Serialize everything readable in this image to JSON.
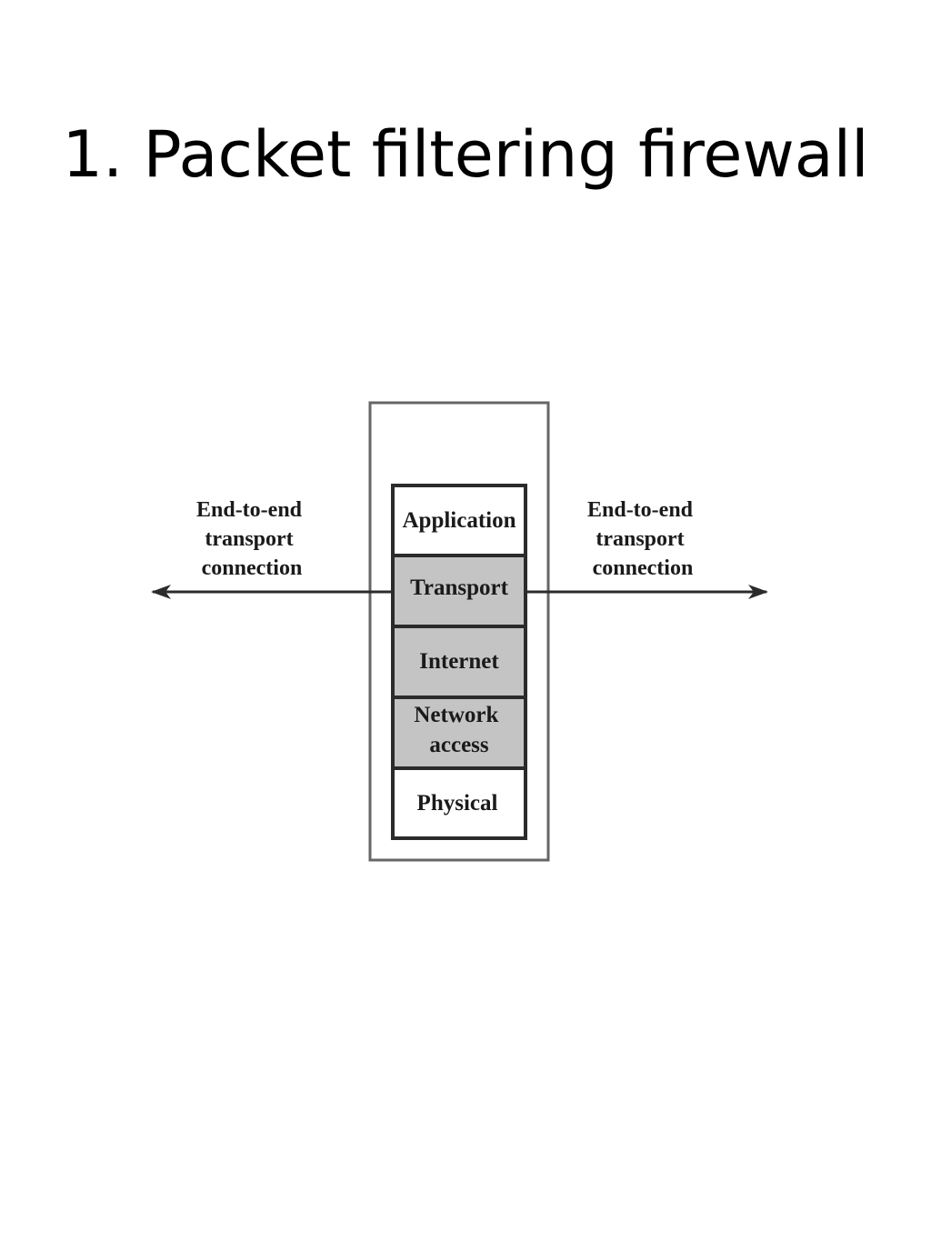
{
  "title": "1. Packet filtering firewall",
  "diagram": {
    "left_label": [
      "End-to-end",
      "transport",
      "connection"
    ],
    "right_label": [
      "End-to-end",
      "transport",
      "connection"
    ],
    "layers": [
      {
        "lines": [
          "Application"
        ],
        "shaded": false
      },
      {
        "lines": [
          "Transport"
        ],
        "shaded": true
      },
      {
        "lines": [
          "Internet"
        ],
        "shaded": true
      },
      {
        "lines": [
          "Network",
          "access"
        ],
        "shaded": true
      },
      {
        "lines": [
          "Physical"
        ],
        "shaded": false
      }
    ],
    "colors": {
      "shaded_fill": "#c4c4c4",
      "plain_fill": "#ffffff",
      "stroke": "#2b2b2b",
      "outer_stroke": "#666666"
    }
  }
}
